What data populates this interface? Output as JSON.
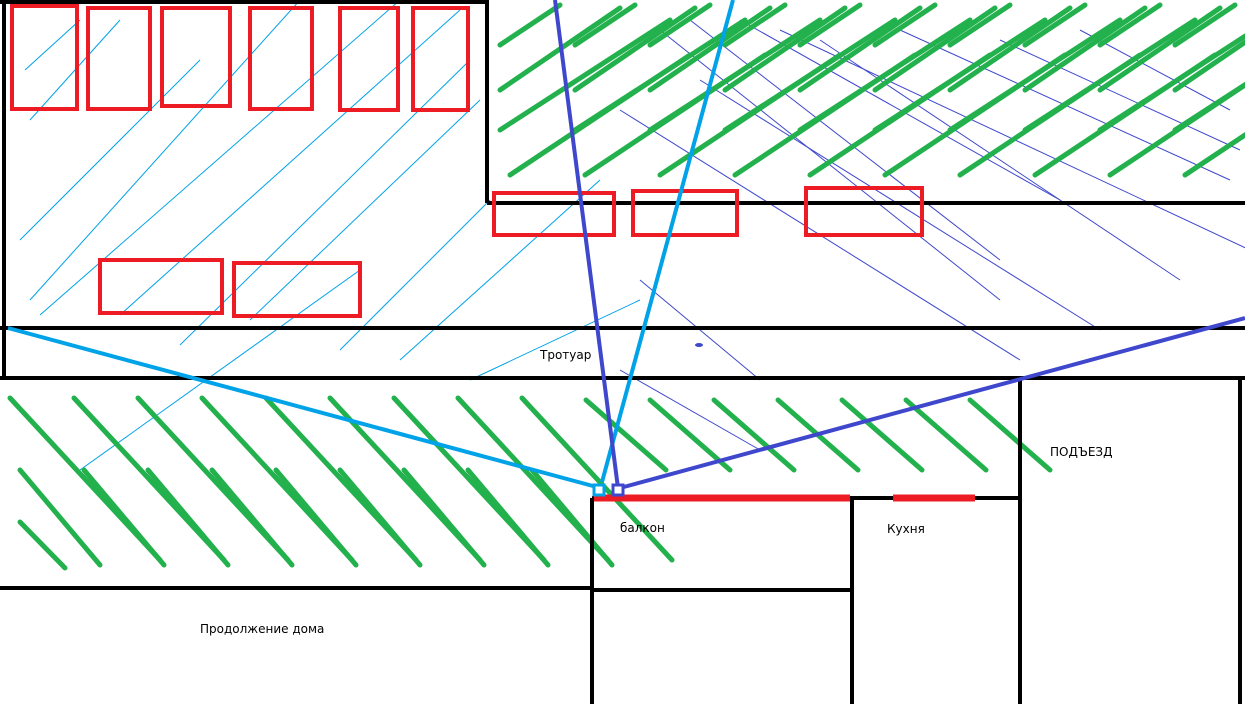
{
  "labels": {
    "sidewalk": "Тротуар",
    "entrance": "ПОДЪЕЗД",
    "balcony": "балкон",
    "kitchen": "Кухня",
    "house_continuation": "Продолжение дома"
  },
  "colors": {
    "walls": "#000000",
    "cars": "#ed1c24",
    "greenery": "#22b14c",
    "sight_light": "#00a2e8",
    "sight_dark": "#3f48cc",
    "hatch_light": "#00a2e8",
    "hatch_dark": "#3f48cc"
  }
}
